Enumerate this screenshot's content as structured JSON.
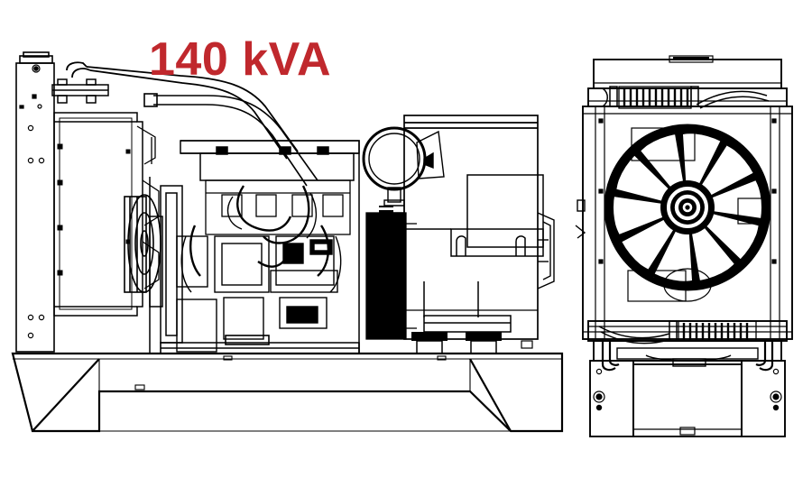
{
  "document": {
    "type": "technical-line-drawing",
    "subject": "diesel generator set (genset)",
    "background_color": "#FFFFFF",
    "line_color": "#000000"
  },
  "annotations": {
    "rating_label": "140 kVA",
    "rating_color": "#C0282D"
  },
  "views": [
    {
      "id": "side-elevation",
      "name": "Side elevation view",
      "components": [
        "radiator-panel",
        "exhaust-pipe",
        "engine-block",
        "belt-pulley",
        "air-cleaner",
        "flywheel-housing",
        "alternator-housing",
        "terminal-box",
        "base-skid-frame"
      ]
    },
    {
      "id": "front-elevation",
      "name": "Front radiator and fan view",
      "components": [
        "radiator-frame",
        "cooling-fan",
        "fan-hub",
        "upper-header-tank",
        "lower-header-tank",
        "support-legs"
      ]
    }
  ],
  "fan": {
    "blade_count": 10,
    "hub_ring_count": 4
  }
}
